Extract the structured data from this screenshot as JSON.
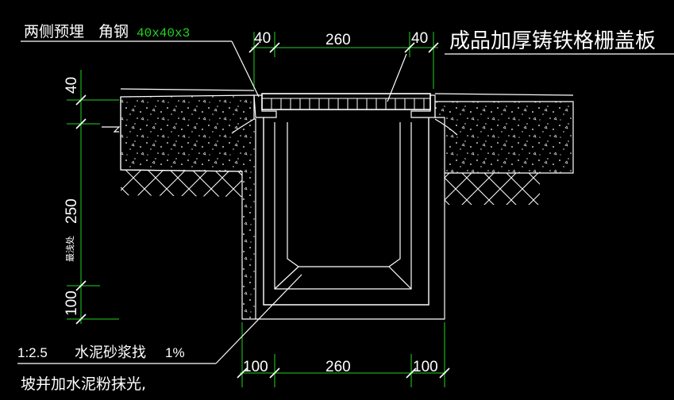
{
  "labels": {
    "top_left_text": "两侧预埋",
    "top_left_text2": "角钢",
    "angle_spec": "40x40x3",
    "grating_note": "成品加厚铸铁格栅盖板",
    "side_note": "最浅处",
    "mortar_ratio": "1:2.5",
    "mortar_text": "水泥砂浆找",
    "slope": "1%",
    "bottom_note": "坡并加水泥粉抹光,"
  },
  "dimensions": {
    "top_left_40": "40",
    "top_260": "260",
    "top_right_40": "40",
    "v_40": "40",
    "v_250": "250",
    "v_100": "100",
    "bottom_left_100": "100",
    "bottom_260": "260",
    "bottom_right_100": "100"
  },
  "colors": {
    "line": "#ffffff",
    "dim": "#21d321",
    "background": "#000000"
  }
}
